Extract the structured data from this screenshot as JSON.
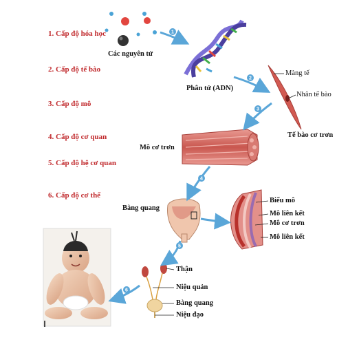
{
  "levels": [
    "1. Cấp độ hóa học",
    "2. Cấp độ tế bào",
    "3. Cấp độ mô",
    "4. Cấp độ cơ quan",
    "5. Cấp độ hệ cơ quan",
    "6. Cấp độ cơ thể"
  ],
  "labels": {
    "atoms": "Các nguyên tử",
    "molecule": "Phân tử (ADN)",
    "cell_membrane": "Màng tế",
    "cell_nucleus": "Nhân tế bào",
    "smooth_muscle_cell": "Tế bào cơ trơn",
    "smooth_muscle_tissue": "Mô cơ trơn",
    "bladder": "Bàng quang",
    "epithelium": "Biểu mô",
    "connective_1": "Mô liên kết",
    "smooth_muscle": "Mô cơ trơn",
    "connective_2": "Mô liên kết",
    "kidney": "Thận",
    "ureter": "Niệu quản",
    "bladder_2": "Bàng quang",
    "urethra": "Niệu đạo"
  },
  "steps": [
    "1",
    "2",
    "3",
    "4",
    "5",
    "6"
  ],
  "colors": {
    "level_text": "#c0282b",
    "arrow": "#5aa6d8",
    "muscle": "#d9736e",
    "bladder": "#e8b7a0"
  }
}
